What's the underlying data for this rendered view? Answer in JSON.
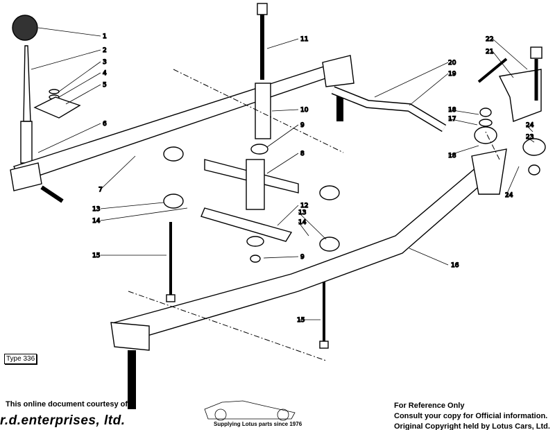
{
  "diagram": {
    "type_label": "Type 336",
    "callouts": [
      "1",
      "2",
      "3",
      "4",
      "5",
      "6",
      "7",
      "8",
      "9",
      "10",
      "11",
      "12",
      "13",
      "14",
      "13",
      "14",
      "15",
      "9",
      "16",
      "15",
      "20",
      "19",
      "18",
      "17",
      "18",
      "22",
      "21",
      "24",
      "23",
      "24"
    ]
  },
  "footer": {
    "courtesy": "This online document courtesy of:",
    "brand": "r.d.enterprises, ltd.",
    "tagline": "Supplying Lotus parts since 1976",
    "notice_1": "For Reference Only",
    "notice_2": "Consult your copy for Official information.",
    "notice_3": "Original Copyright held by Lotus Cars, Ltd."
  }
}
